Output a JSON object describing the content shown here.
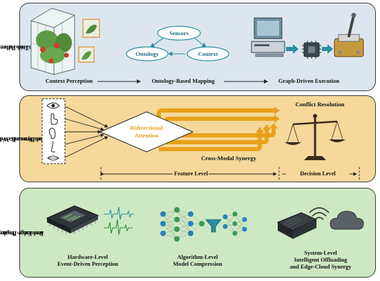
{
  "rows": [
    {
      "title_line1": "Scenario-Driven Mapping",
      "title_line2": "and Task Allocation"
    },
    {
      "title_line1": "Readiness-Based Integration",
      "title_line2": "and Dynamic Weighting"
    },
    {
      "title_line1": "Resource-Aware Processing",
      "title_line2": "and Edge Deployment"
    }
  ],
  "row1": {
    "context_perception": "Context Perception",
    "ontology_mapping": "Ontology-Based Mapping",
    "graph_execution": "Graph-Driven Execution",
    "node_sensors": "Sensors",
    "node_ontology": "Ontology",
    "node_context": "Context"
  },
  "row2": {
    "attention_line1": "Bidirectional",
    "attention_line2": "Attention",
    "conflict_resolution": "Conflict Resolution",
    "cross_modal": "Cross-Modal Synergy",
    "feature_level": "Feature Level",
    "decision_level": "Decision Level",
    "modality_icons": [
      "eye-icon",
      "touch-icon",
      "ear-icon",
      "nose-icon",
      "lips-icon"
    ]
  },
  "row3": {
    "hardware_line1": "Hardware-Level",
    "hardware_line2": "Event-Driven Perception",
    "algorithm_line1": "Algorithm-Level",
    "algorithm_line2": "Model Compression",
    "system_line1": "System-Level",
    "system_line2": "Intelligent Offloading",
    "system_line3": "and Edge-Cloud Synergy"
  },
  "colors": {
    "row1_bg": "#dde6ee",
    "row2_bg": "#f5d89a",
    "row3_bg": "#cde9c3",
    "arrow_teal": "#2a8da0",
    "orange": "#e8a11c",
    "attention_text": "#e8a11c"
  }
}
